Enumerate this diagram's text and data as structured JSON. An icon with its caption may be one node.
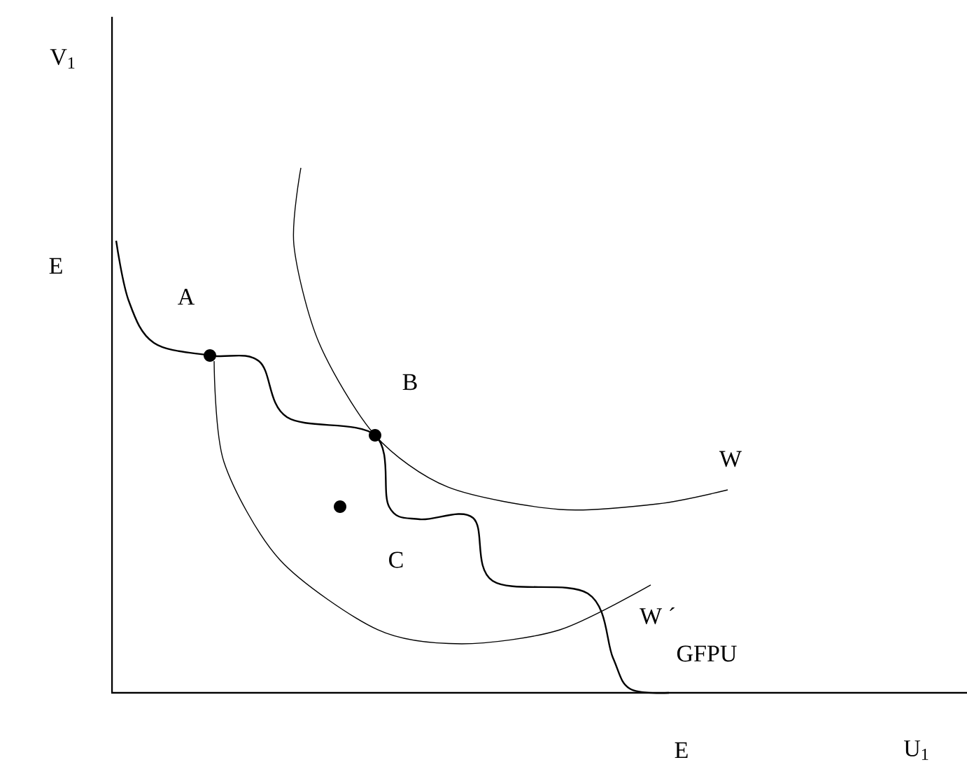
{
  "diagram": {
    "labels": [
      "V$_{1}$",
      "E",
      "A",
      "B",
      "W",
      "C",
      "W ´",
      "GFPU",
      "E",
      "U$_{1}$"
    ]
  }
}
